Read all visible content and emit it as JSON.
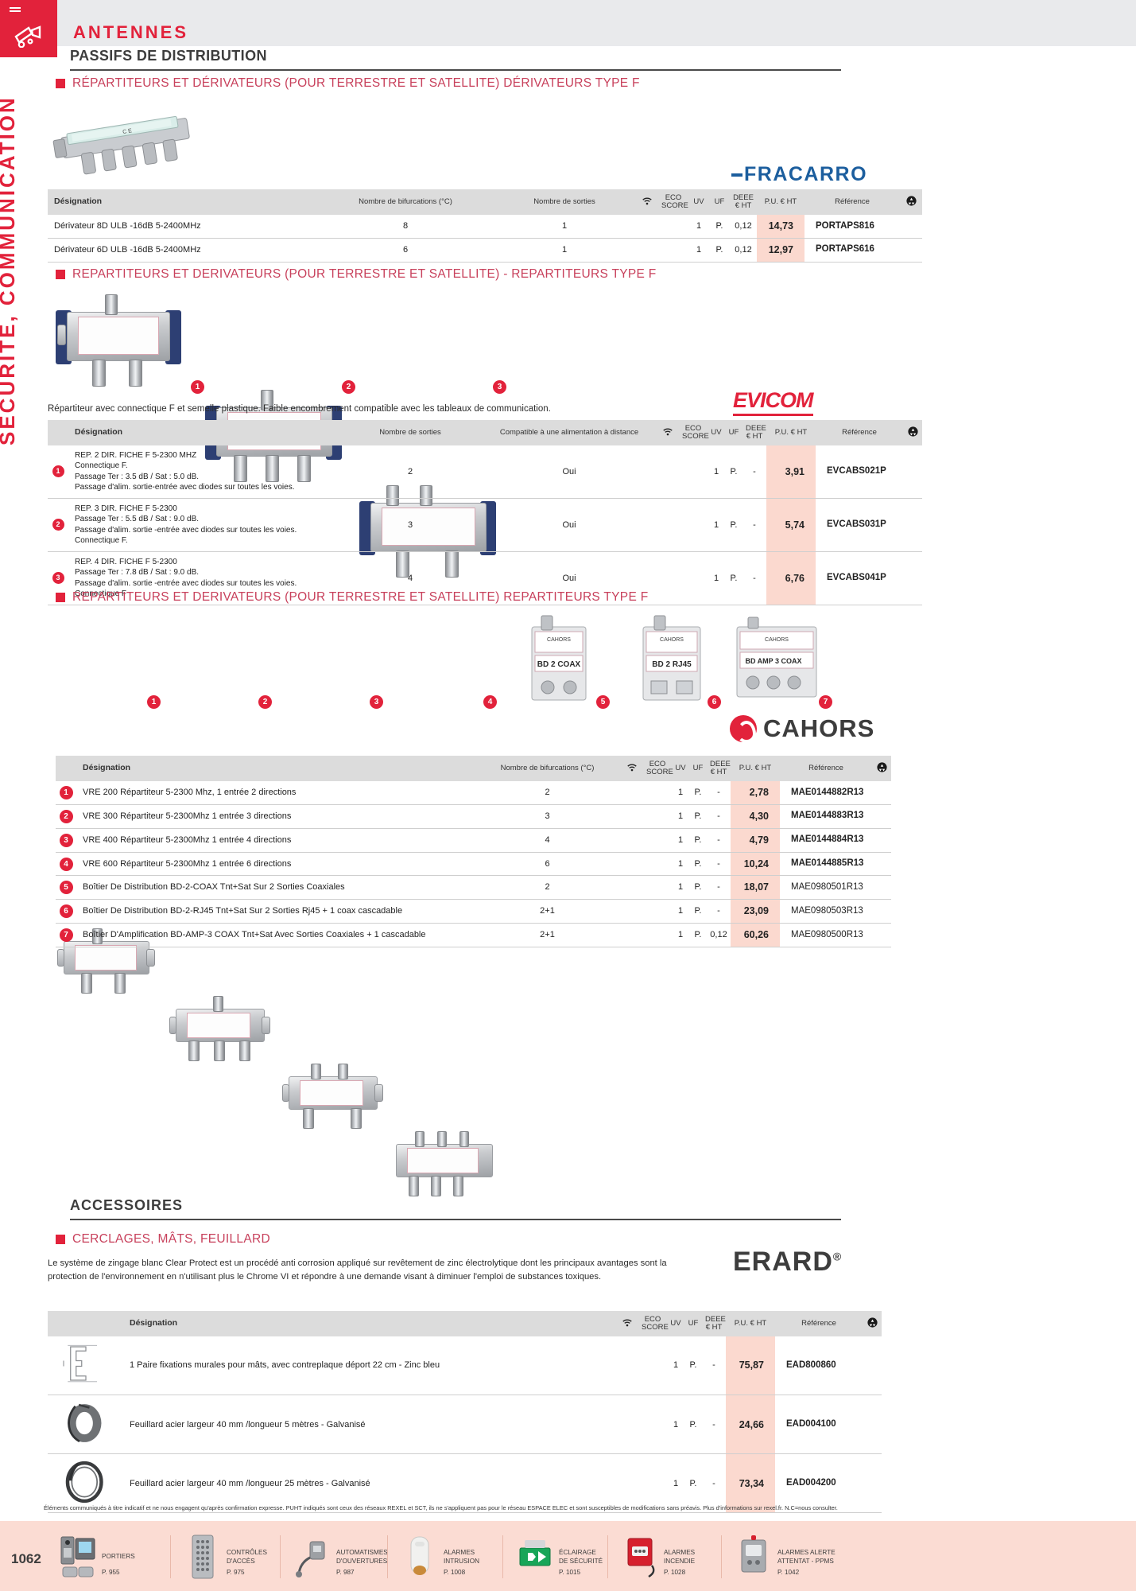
{
  "rail": {
    "vertical_label": "SÉCURITÉ, COMMUNICATION",
    "icon": "camera-icon"
  },
  "header": {
    "title": "ANTENNES",
    "subtitle": "PASSIFS DE DISTRIBUTION"
  },
  "sections": [
    {
      "id": "fracarro",
      "heading": "RÉPARTITEURS ET DÉRIVATEURS (POUR TERRESTRE ET SATELLITE) DÉRIVATEURS TYPE F",
      "brand": "FRACARRO",
      "columns": [
        "Désignation",
        "Nombre de bifurcations (°C)",
        "Nombre de sorties",
        "wifi-icon",
        "ECO SCORE",
        "UV",
        "UF",
        "DEEE € HT",
        "P.U. € HT",
        "Référence",
        "recycle-icon"
      ],
      "rows": [
        {
          "designation": "Dérivateur 8D ULB -16dB 5-2400MHz",
          "bifurcations": "8",
          "sorties": "1",
          "eco": "",
          "uv": "1",
          "uf": "P.",
          "deee": "0,12",
          "price": "14,73",
          "ref": "PORTAPS816"
        },
        {
          "designation": "Dérivateur 6D ULB -16dB 5-2400MHz",
          "bifurcations": "6",
          "sorties": "1",
          "eco": "",
          "uv": "1",
          "uf": "P.",
          "deee": "0,12",
          "price": "12,97",
          "ref": "PORTAPS616"
        }
      ]
    },
    {
      "id": "evicom",
      "heading": "REPARTITEURS ET DERIVATEURS (POUR TERRESTRE ET SATELLITE) - REPARTITEURS TYPE F",
      "brand": "EVICOM",
      "intro": "Répartiteur avec connectique F et semelle plastique. Faible encombrement compatible avec les tableaux de communication.",
      "callouts": [
        "1",
        "2",
        "3"
      ],
      "columns": [
        "Désignation",
        "Nombre de sorties",
        "Compatible à une alimentation à distance",
        "wifi-icon",
        "ECO SCORE",
        "UV",
        "UF",
        "DEEE € HT",
        "P.U. € HT",
        "Référence",
        "recycle-icon"
      ],
      "rows": [
        {
          "idx": "1",
          "designation": "REP. 2 DIR. FICHE F 5-2300 MHZ\nConnectique F.\nPassage Ter : 3.5 dB  / Sat : 5.0 dB.\nPassage d'alim. sortie-entrée avec diodes sur toutes les voies.",
          "sorties": "2",
          "compatible": "Oui",
          "uv": "1",
          "uf": "P.",
          "deee": "-",
          "price": "3,91",
          "ref": "EVCABS021P"
        },
        {
          "idx": "2",
          "designation": "REP. 3 DIR. FICHE F 5-2300\nPassage Ter : 5.5 dB  / Sat : 9.0 dB.\nPassage d'alim. sortie -entrée avec diodes sur toutes les voies.\nConnectique F.",
          "sorties": "3",
          "compatible": "Oui",
          "uv": "1",
          "uf": "P.",
          "deee": "-",
          "price": "5,74",
          "ref": "EVCABS031P"
        },
        {
          "idx": "3",
          "designation": "REP. 4 DIR. FICHE F 5-2300\nPassage Ter : 7.8 dB  / Sat : 9.0 dB.\nPassage d'alim. sortie -entrée avec diodes sur toutes les voies.\nConnectique F",
          "sorties": "4",
          "compatible": "Oui",
          "uv": "1",
          "uf": "P.",
          "deee": "-",
          "price": "6,76",
          "ref": "EVCABS041P"
        }
      ]
    },
    {
      "id": "cahors",
      "heading": "REPARTITEURS ET DERIVATEURS (POUR TERRESTRE ET SATELLITE) REPARTITEURS TYPE F",
      "brand": "CAHORS",
      "callouts": [
        "1",
        "2",
        "3",
        "4",
        "5",
        "6",
        "7"
      ],
      "columns": [
        "Désignation",
        "Nombre de bifurcations (°C)",
        "wifi-icon",
        "ECO SCORE",
        "UV",
        "UF",
        "DEEE € HT",
        "P.U. € HT",
        "Référence",
        "recycle-icon"
      ],
      "rows": [
        {
          "idx": "1",
          "designation": "VRE 200 Répartiteur 5-2300 Mhz, 1 entrée 2 directions",
          "bifurcations": "2",
          "uv": "1",
          "uf": "P.",
          "deee": "-",
          "price": "2,78",
          "ref": "MAE0144882R13",
          "ref_bold": true
        },
        {
          "idx": "2",
          "designation": "VRE 300 Répartiteur 5-2300Mhz 1 entrée 3 directions",
          "bifurcations": "3",
          "uv": "1",
          "uf": "P.",
          "deee": "-",
          "price": "4,30",
          "ref": "MAE0144883R13",
          "ref_bold": true
        },
        {
          "idx": "3",
          "designation": "VRE 400 Répartiteur 5-2300Mhz 1 entrée 4 directions",
          "bifurcations": "4",
          "uv": "1",
          "uf": "P.",
          "deee": "-",
          "price": "4,79",
          "ref": "MAE0144884R13",
          "ref_bold": true
        },
        {
          "idx": "4",
          "designation": "VRE 600 Répartiteur 5-2300Mhz 1 entrée 6 directions",
          "bifurcations": "6",
          "uv": "1",
          "uf": "P.",
          "deee": "-",
          "price": "10,24",
          "ref": "MAE0144885R13",
          "ref_bold": true
        },
        {
          "idx": "5",
          "designation": "Boîtier De Distribution BD-2-COAX Tnt+Sat Sur 2 Sorties Coaxiales",
          "bifurcations": "2",
          "uv": "1",
          "uf": "P.",
          "deee": "-",
          "price": "18,07",
          "ref": "MAE0980501R13",
          "ref_bold": false
        },
        {
          "idx": "6",
          "designation": "Boîtier De Distribution BD-2-RJ45 Tnt+Sat Sur 2 Sorties Rj45 + 1 coax cascadable",
          "bifurcations": "2+1",
          "uv": "1",
          "uf": "P.",
          "deee": "-",
          "price": "23,09",
          "ref": "MAE0980503R13",
          "ref_bold": false
        },
        {
          "idx": "7",
          "designation": "Boîtier D'Amplification BD-AMP-3 COAX Tnt+Sat Avec Sorties Coaxiales + 1 cascadable",
          "bifurcations": "2+1",
          "uv": "1",
          "uf": "P.",
          "deee": "0,12",
          "price": "60,26",
          "ref": "MAE0980500R13",
          "ref_bold": false
        }
      ]
    },
    {
      "id": "erard",
      "block_title": "ACCESSOIRES",
      "heading": "CERCLAGES, MÂTS, FEUILLARD",
      "brand": "ERARD",
      "intro": "Le système de zingage blanc Clear Protect est un procédé anti corrosion appliqué sur revêtement de zinc électrolytique dont les principaux avantages sont la protection de l'environnement en n'utilisant plus le Chrome VI et répondre à une demande visant à diminuer l'emploi de substances toxiques.",
      "columns": [
        "",
        "Désignation",
        "wifi-icon",
        "ECO SCORE",
        "UV",
        "UF",
        "DEEE € HT",
        "P.U. € HT",
        "Référence",
        "recycle-icon"
      ],
      "rows": [
        {
          "designation": "1 Paire fixations murales pour mâts, avec contreplaque déport 22 cm - Zinc bleu",
          "uv": "1",
          "uf": "P.",
          "deee": "-",
          "price": "75,87",
          "ref": "EAD800860"
        },
        {
          "designation": "Feuillard acier largeur 40 mm /longueur 5 mètres - Galvanisé",
          "uv": "1",
          "uf": "P.",
          "deee": "-",
          "price": "24,66",
          "ref": "EAD004100"
        },
        {
          "designation": "Feuillard acier largeur 40 mm /longueur 25 mètres - Galvanisé",
          "uv": "1",
          "uf": "P.",
          "deee": "-",
          "price": "73,34",
          "ref": "EAD004200"
        }
      ]
    }
  ],
  "footer": {
    "fine_print": "Éléments communiqués à titre indicatif et ne nous engagent qu'après confirmation expresse. PUHT indiqués sont ceux des réseaux REXEL et SCT, ils ne s'appliquent pas pour le réseau ESPACE ELEC et sont susceptibles de modifications sans préavis. Plus d'informations sur rexel.fr. N.C=nous consulter.",
    "page_number": "1062",
    "items": [
      {
        "icon": "intercom-icon",
        "label": "PORTIERS",
        "page": "P. 955"
      },
      {
        "icon": "keypad-icon",
        "label": "CONTRÔLES\nD'ACCÈS",
        "page": "P. 975"
      },
      {
        "icon": "door-opener-icon",
        "label": "AUTOMATISMES\nD'OUVERTURES",
        "page": "P. 987"
      },
      {
        "icon": "siren-icon",
        "label": "ALARMES\nINTRUSION",
        "page": "P. 1008"
      },
      {
        "icon": "exit-sign-icon",
        "label": "ÉCLAIRAGE\nDE SÉCURITÉ",
        "page": "P. 1015"
      },
      {
        "icon": "fire-alarm-icon",
        "label": "ALARMES\nINCENDIE",
        "page": "P. 1028"
      },
      {
        "icon": "alert-icon",
        "label": "ALARMES ALERTE\nATTENTAT - PPMS",
        "page": "P. 1042"
      }
    ]
  },
  "colors": {
    "brand_red": "#e2223b",
    "price_bg": "#fbd9cf",
    "header_gray": "#dcdcdc",
    "footer_band": "#fbdcd3"
  }
}
